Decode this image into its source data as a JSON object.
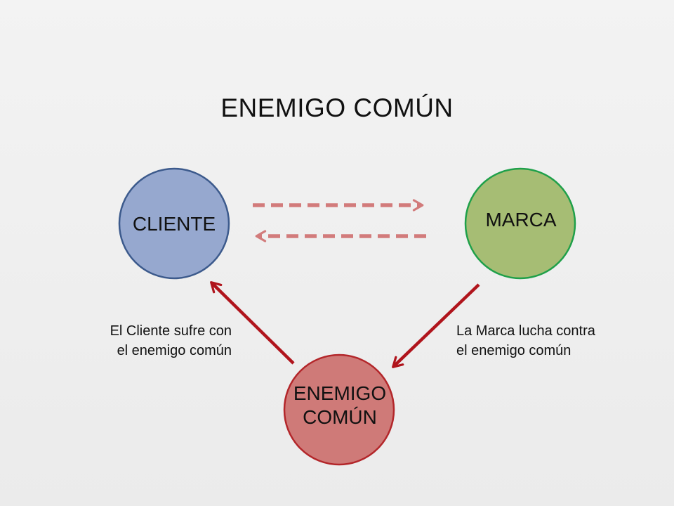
{
  "title": "ENEMIGO COMÚN",
  "nodes": {
    "cliente": {
      "label": "CLIENTE",
      "fill": "#96a8cf",
      "stroke": "#3c5a8c"
    },
    "marca": {
      "label": "MARCA",
      "fill": "#a6bd74",
      "stroke": "#1fa04a"
    },
    "enemigo": {
      "label": "ENEMIGO\nCOMÚN",
      "fill": "#cf7a78",
      "stroke": "#b3262a"
    }
  },
  "captions": {
    "left": "El Cliente sufre con\nel enemigo común",
    "right": "La Marca lucha contra\nel enemigo común"
  },
  "colors": {
    "dashed_arrow": "#d27b7b",
    "solid_arrow": "#b0141c"
  }
}
